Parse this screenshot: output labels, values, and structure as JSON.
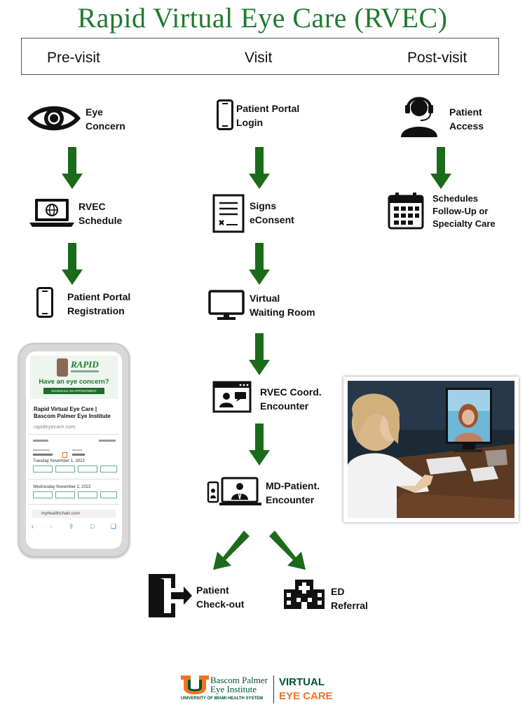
{
  "title": "Rapid Virtual Eye Care (RVEC)",
  "phases": [
    "Pre-visit",
    "Visit",
    "Post-visit"
  ],
  "previsit": {
    "eye_concern": [
      "Eye",
      "Concern"
    ],
    "schedule": [
      "RVEC",
      "Schedule"
    ],
    "registration": [
      "Patient Portal",
      "Registration"
    ]
  },
  "visit": {
    "login": [
      "Patient Portal",
      "Login"
    ],
    "econsent": [
      "Signs",
      "eConsent"
    ],
    "waiting": [
      "Virtual",
      "Waiting Room"
    ],
    "coord": [
      "RVEC Coord.",
      "Encounter"
    ],
    "md": [
      "MD-Patient.",
      "Encounter"
    ],
    "checkout": [
      "Patient",
      "Check-out"
    ],
    "ed": [
      "ED",
      "Referral"
    ]
  },
  "postvisit": {
    "access": [
      "Patient",
      "Access"
    ],
    "followup": [
      "Schedules",
      "Follow-Up or",
      "Specialty Care"
    ]
  },
  "phone_screen": {
    "brand": "RAPID",
    "headline": "Have an eye concern?",
    "button": "SCHEDULE AN APPOINTMENT",
    "site_title": "Rapid Virtual Eye Care | Bascom Palmer Eye Institute",
    "site_url": "rapideyecare.com",
    "day1": "Tuesday November 1, 2022",
    "day2": "Wednesday November 2, 2022",
    "address": "myhealthchart.com"
  },
  "footer": {
    "institute_line1": "Bascom Palmer",
    "institute_line2": "Eye Institute",
    "system": "UNIVERSITY OF MIAMI HEALTH SYSTEM",
    "virtual": "VIRTUAL",
    "eye_care": "EYE CARE"
  },
  "colors": {
    "title_green": "#1f7a2e",
    "arrow_green": "#1a6b1a",
    "footer_orange": "#f47321",
    "footer_green": "#005030"
  }
}
